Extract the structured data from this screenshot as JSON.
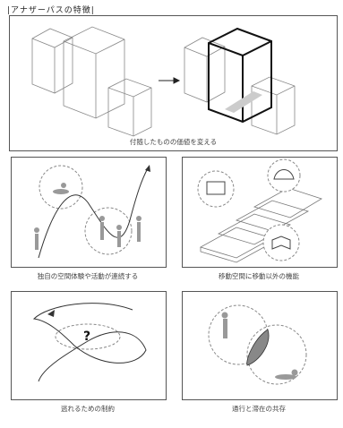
{
  "title": "アナザーパスの特徴",
  "panels": [
    {
      "caption": "付随したものの価値を変える"
    },
    {
      "caption": "独自の空間体験や活動が連続する"
    },
    {
      "caption": "移動空間に移動以外の機能"
    },
    {
      "caption": "逃れるための制約"
    },
    {
      "caption": "通行と滞在の共存"
    }
  ],
  "question_mark": "?"
}
